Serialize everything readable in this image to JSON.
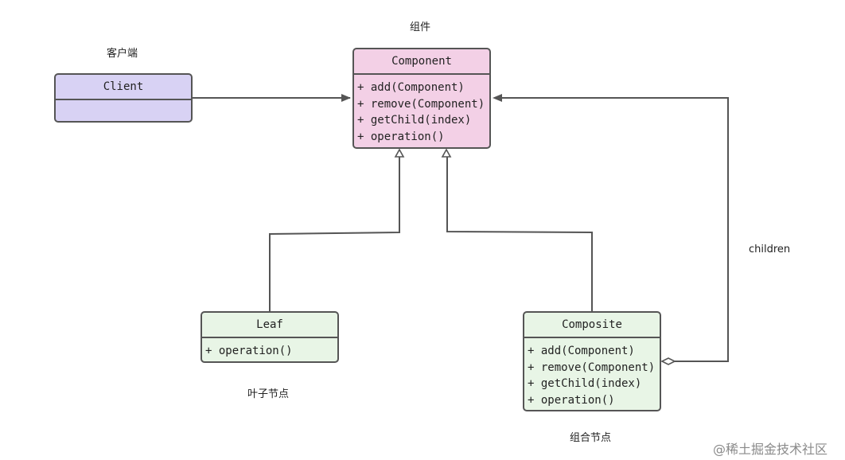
{
  "colors": {
    "client_fill": "#d8d2f4",
    "component_fill": "#f3d0e6",
    "leaf_fill": "#e8f5e6",
    "composite_fill": "#e8f5e6",
    "stroke": "#555555"
  },
  "labels": {
    "client_caption": "客户端",
    "component_caption": "组件",
    "leaf_caption": "叶子节点",
    "composite_caption": "组合节点",
    "children": "children",
    "watermark": "@稀土掘金技术社区"
  },
  "client": {
    "name": "Client",
    "methods": []
  },
  "component": {
    "name": "Component",
    "methods": [
      "+ add(Component)",
      "+ remove(Component)",
      "+ getChild(index)",
      "+ operation()"
    ]
  },
  "leaf": {
    "name": "Leaf",
    "methods": [
      "+ operation()"
    ]
  },
  "composite": {
    "name": "Composite",
    "methods": [
      "+ add(Component)",
      "+ remove(Component)",
      "+ getChild(index)",
      "+ operation()"
    ]
  }
}
